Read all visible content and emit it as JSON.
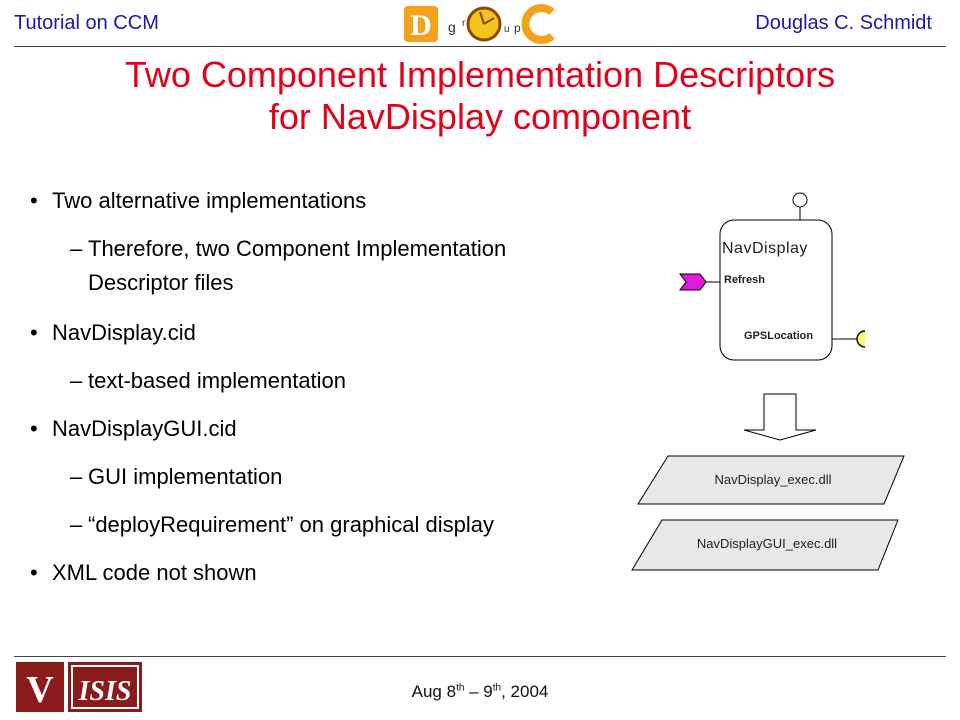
{
  "header": {
    "left": "Tutorial on CCM",
    "right": "Douglas C. Schmidt",
    "logo_letters": [
      "D",
      "g",
      "r",
      "o",
      "u",
      "p",
      "C"
    ]
  },
  "title": {
    "line1": "Two Component Implementation Descriptors",
    "line2": "for NavDisplay component"
  },
  "bullets": [
    {
      "level": 1,
      "mark": "•",
      "lines": [
        "Two alternative implementations"
      ]
    },
    {
      "level": 2,
      "mark": "–",
      "lines": [
        "Therefore, two Component Implementation",
        "Descriptor files"
      ]
    },
    {
      "level": 1,
      "mark": "•",
      "lines": [
        "NavDisplay.cid"
      ]
    },
    {
      "level": 2,
      "mark": "–",
      "lines": [
        "text-based implementation"
      ]
    },
    {
      "level": 1,
      "mark": "•",
      "lines": [
        "NavDisplayGUI.cid"
      ]
    },
    {
      "level": 2,
      "mark": "–",
      "lines": [
        "GUI implementation"
      ]
    },
    {
      "level": 2,
      "mark": "–",
      "lines": [
        "“deployRequirement” on graphical display"
      ]
    },
    {
      "level": 1,
      "mark": "•",
      "lines": [
        "XML code not shown"
      ]
    }
  ],
  "diagram": {
    "component_name": "NavDisplay",
    "port_refresh": "Refresh",
    "port_gps": "GPSLocation",
    "dll1": "NavDisplay_exec.dll",
    "dll2": "NavDisplayGUI_exec.dll",
    "colors": {
      "refresh_port": "#e21adf",
      "gps_port": "#ffff66",
      "dll_fill": "#e8e8e8"
    }
  },
  "footer": {
    "date_a": "Aug 8",
    "date_a_sup": "th",
    "date_mid": " – 9",
    "date_b_sup": "th",
    "date_end": ", 2004",
    "logo_left": "V",
    "logo_right": "ISIS"
  },
  "colors": {
    "title": "#e3001b",
    "header_text": "#1a1aa8"
  }
}
